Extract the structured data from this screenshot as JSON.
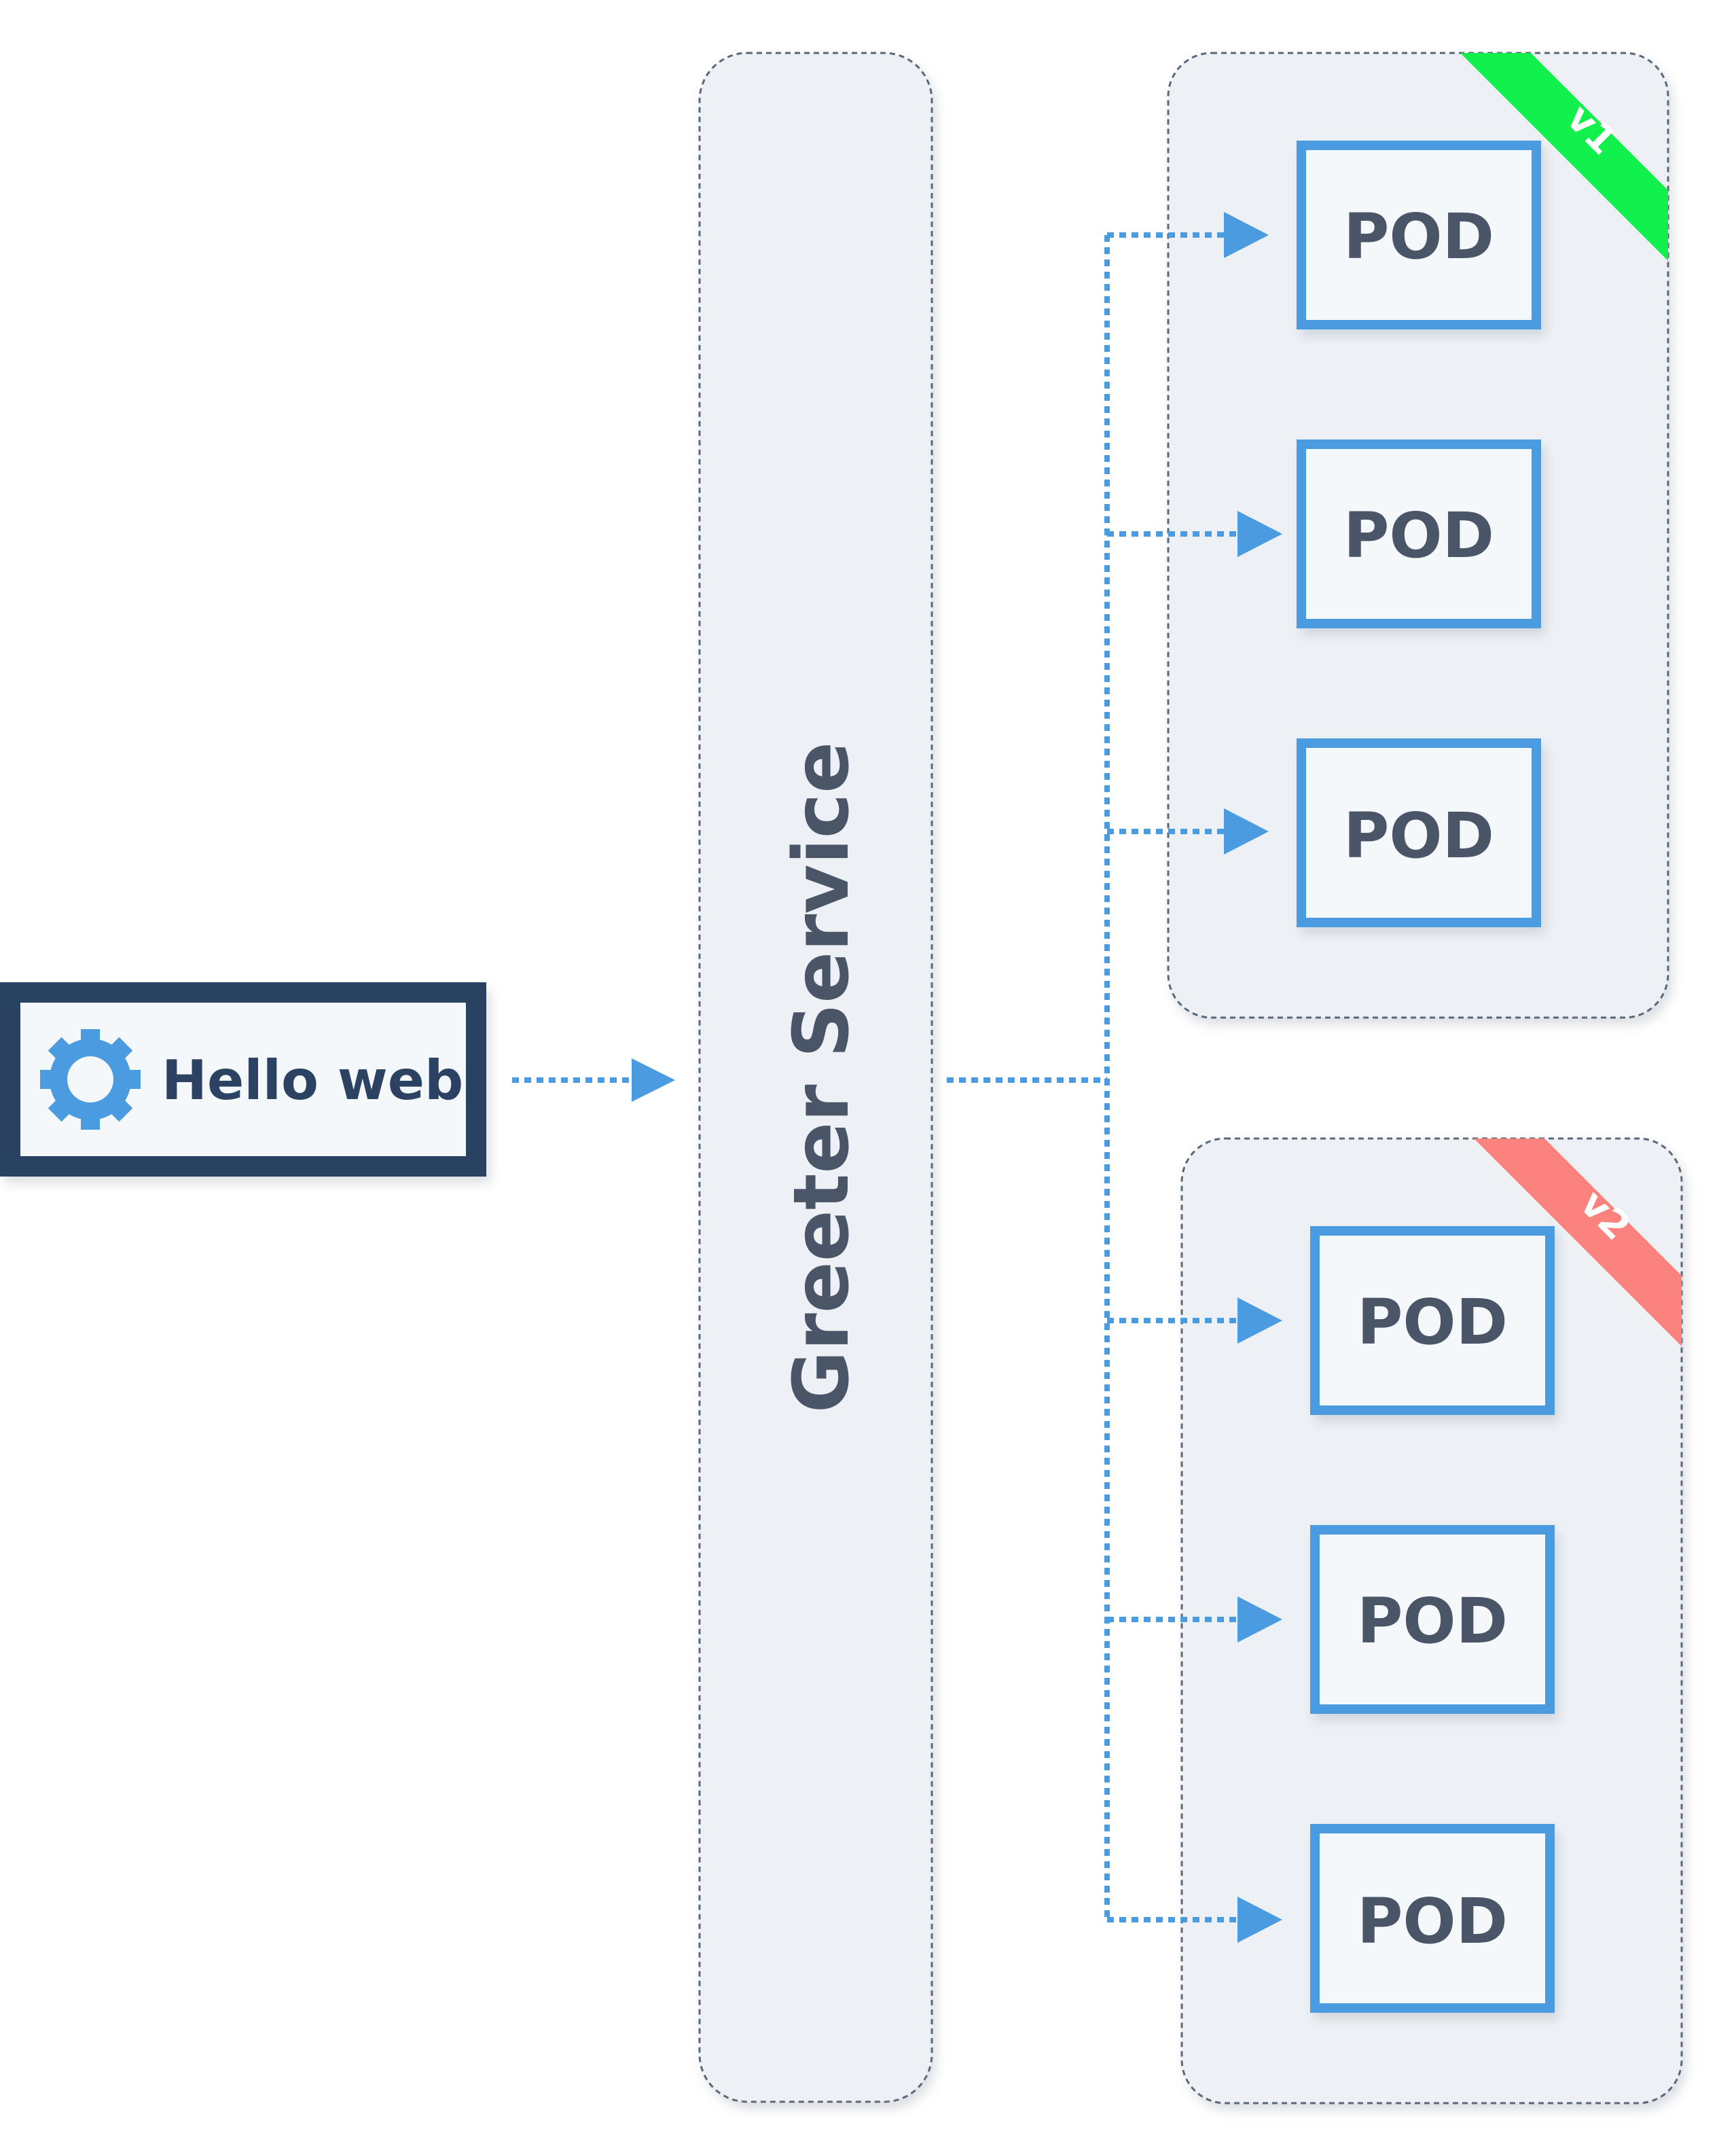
{
  "client": {
    "label": "Hello web",
    "icon": "gear-icon"
  },
  "service": {
    "label": "Greeter Service"
  },
  "groups": [
    {
      "version_label": "v1",
      "ribbon_color": "#12f04e",
      "pods": [
        "POD",
        "POD",
        "POD"
      ]
    },
    {
      "version_label": "v2",
      "ribbon_color": "#fc837d",
      "pods": [
        "POD",
        "POD",
        "POD"
      ]
    }
  ],
  "colors": {
    "connector": "#4b9be0",
    "pod_border": "#4b9be0",
    "pod_fill": "#f5f8fb",
    "client_border": "#2b4262",
    "text": "#4a5568",
    "client_text": "#2b4262",
    "panel_fill": "#edf1f5",
    "panel_border": "#5a6878"
  }
}
